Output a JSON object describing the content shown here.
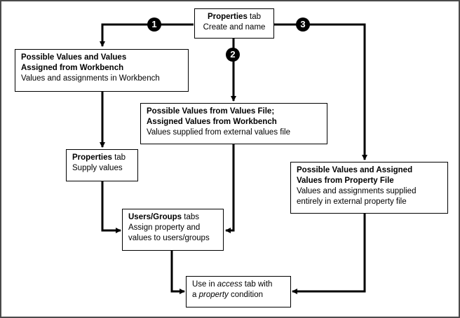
{
  "top": {
    "title_bold": "Properties",
    "title_rest": " tab",
    "subtitle": "Create and name"
  },
  "badges": [
    "1",
    "2",
    "3"
  ],
  "workbench": {
    "title_line1": "Possible Values and Values",
    "title_line2": "Assigned from Workbench",
    "desc": "Values and assignments in Workbench"
  },
  "values_file": {
    "title_line1": "Possible Values from Values File;",
    "title_line2": "Assigned Values from Workbench",
    "desc": "Values supplied from external values file"
  },
  "property_file": {
    "title_line1": "Possible Values and Assigned",
    "title_line2": "Values from Property File",
    "desc_line1": "Values and assignments supplied",
    "desc_line2": "entirely in external property file"
  },
  "supply": {
    "title_bold": "Properties",
    "title_rest": " tab",
    "desc": "Supply values"
  },
  "users": {
    "title_bold": "Users/Groups",
    "title_rest": " tabs",
    "desc_line1": "Assign property and",
    "desc_line2": "values to users/groups"
  },
  "access": {
    "line1_a": "Use in ",
    "line1_italic": "access",
    "line1_b": " tab with",
    "line2_a": "a ",
    "line2_italic": "property",
    "line2_b": " condition"
  }
}
